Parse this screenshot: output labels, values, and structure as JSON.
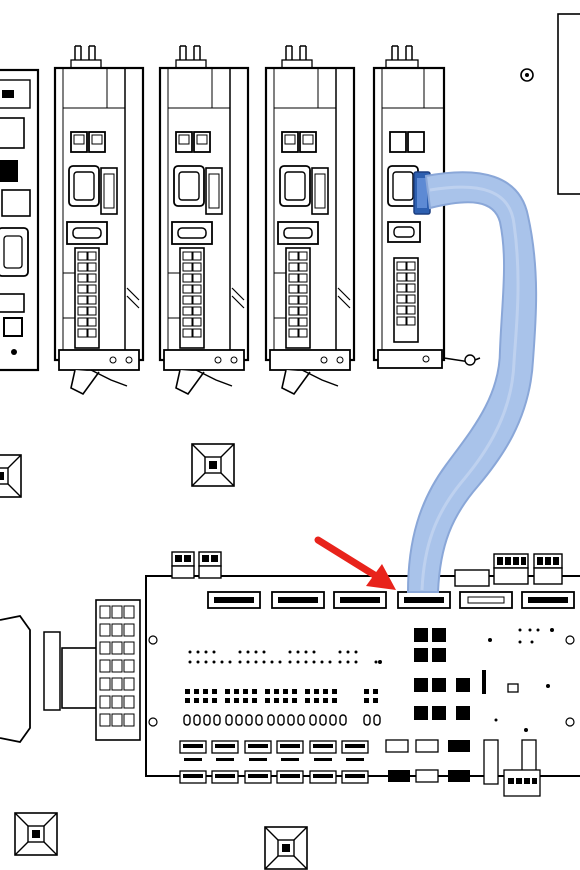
{
  "diagram": {
    "kind": "wiring-installation-drawing",
    "servo_drives": [
      {
        "id": "drive-1",
        "has_cable": false
      },
      {
        "id": "drive-2",
        "has_cable": false
      },
      {
        "id": "drive-3",
        "has_cable": false
      },
      {
        "id": "drive-4",
        "has_cable": true
      }
    ],
    "controller_unit": "partially-visible-left",
    "io_board": {
      "top_connectors": 6,
      "highlighted_connector_index": 4
    },
    "cable": {
      "color": "#a9c3ea",
      "edge_color": "#8aa7d8"
    },
    "callout_arrow": {
      "color": "#e8231b",
      "target": "board-connector-4"
    },
    "cable_mounts": 5
  }
}
